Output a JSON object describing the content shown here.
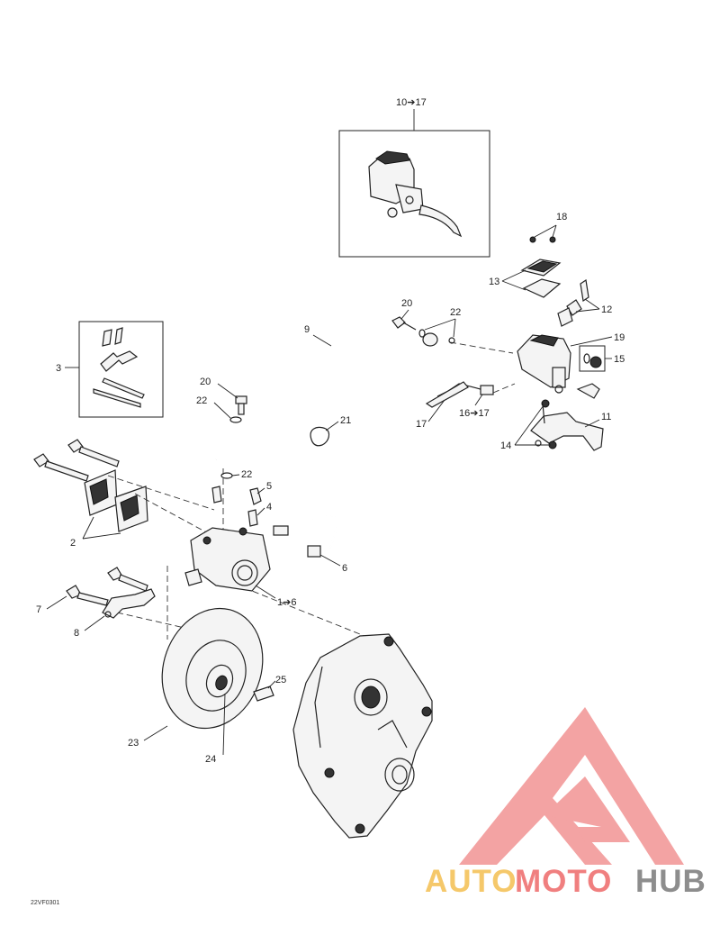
{
  "callouts": {
    "c10_17": "10➔17",
    "c18": "18",
    "c13": "13",
    "c12": "12",
    "c19": "19",
    "c15": "15",
    "c20a": "20",
    "c22a": "22",
    "c9": "9",
    "c3": "3",
    "c20b": "20",
    "c22b": "22",
    "c21": "21",
    "c17": "17",
    "c16_17": "16➔17",
    "c11": "11",
    "c14": "14",
    "c22c": "22",
    "c5": "5",
    "c4": "4",
    "c2": "2",
    "c6": "6",
    "c1_6": "1➔6",
    "c7": "7",
    "c8": "8",
    "c25": "25",
    "c23": "23",
    "c24": "24"
  },
  "drawing_code": "22VF0301",
  "watermark": {
    "brand_part1": "AUTO",
    "brand_part2": "MOTO",
    "brand_part3": "HUB",
    "color_yellow": "#f5c86a",
    "color_red": "#f07f7f",
    "color_gray": "#8d8d8d"
  }
}
